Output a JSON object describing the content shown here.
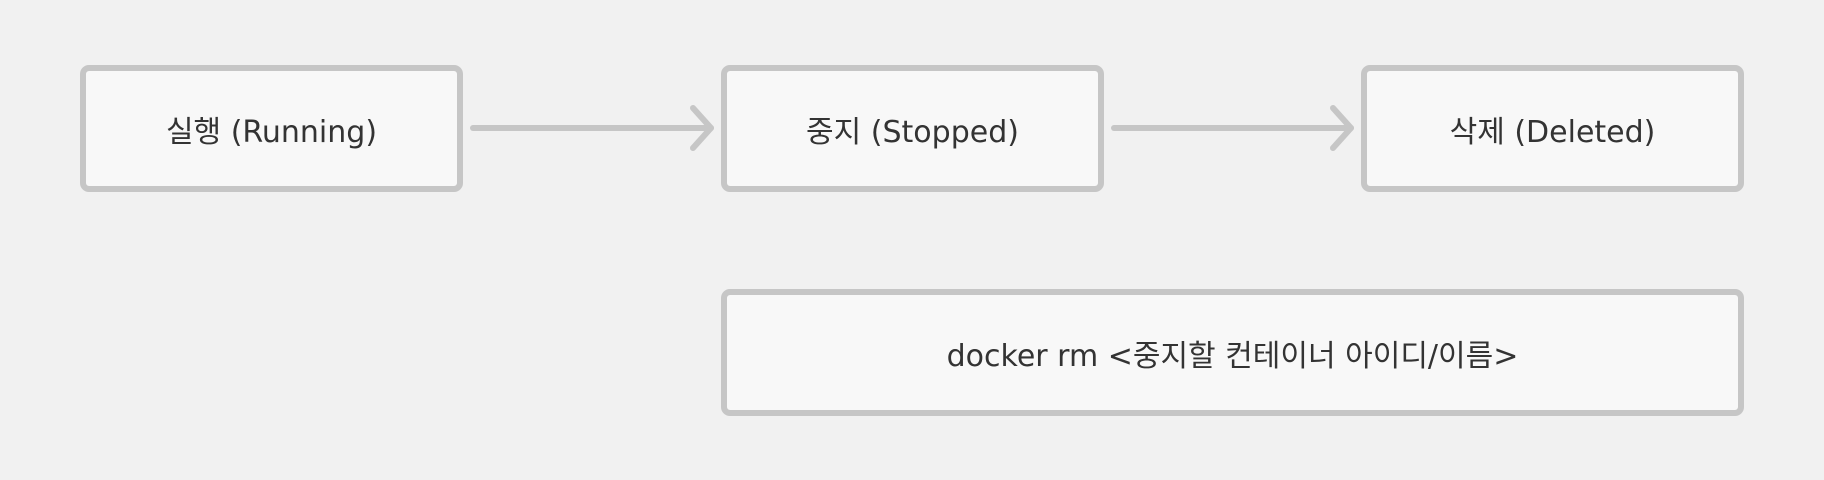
{
  "diagram": {
    "nodes": {
      "running": {
        "label": "실행 (Running)"
      },
      "stopped": {
        "label": "중지 (Stopped)"
      },
      "deleted": {
        "label": "삭제 (Deleted)"
      },
      "command": {
        "label": "docker rm <중지할 컨테이너 아이디/이름>"
      }
    },
    "edges": [
      {
        "from": "running",
        "to": "stopped"
      },
      {
        "from": "stopped",
        "to": "deleted"
      }
    ],
    "colors": {
      "background": "#f1f1f1",
      "box_fill": "#f8f8f8",
      "box_border": "#c6c6c6",
      "arrow": "#c6c6c6",
      "text": "#333333"
    }
  }
}
